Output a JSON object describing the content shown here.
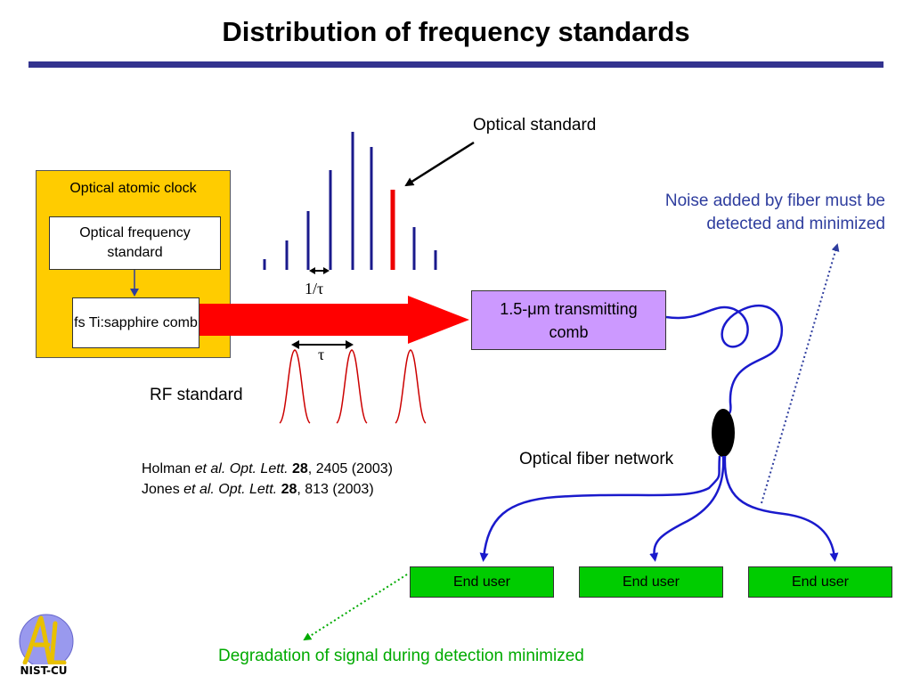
{
  "title": "Distribution of frequency standards",
  "clock": {
    "label": "Optical atomic clock",
    "optical_frequency_standard": "Optical frequency standard",
    "comb": "fs Ti:sapphire comb"
  },
  "labels": {
    "optical_standard": "Optical standard",
    "inverse_tau": "1/τ",
    "tau": "τ",
    "rf_standard": "RF standard",
    "transmitting_comb": "1.5-μm transmitting comb",
    "noise_note": "Noise added by fiber must be detected and minimized",
    "fiber_network": "Optical fiber network",
    "degradation_note": "Degradation of signal during detection minimized"
  },
  "end_users": [
    "End user",
    "End user",
    "End user"
  ],
  "references": [
    {
      "author": "Holman",
      "etal": "et al.",
      "journal": "Opt. Lett.",
      "volume": "28",
      "rest": ", 2405 (2003)"
    },
    {
      "author": "Jones",
      "etal": "et al.",
      "journal": "Opt. Lett.",
      "volume": "28",
      "rest": ", 813 (2003)"
    }
  ],
  "logo_text": "NIST-CU",
  "colors": {
    "accent_rule": "#33338f",
    "clock_bg": "#ffcc00",
    "transmitting_comb_bg": "#cc99ff",
    "end_user_bg": "#00cc00",
    "comb_lines": "#1a1a8c",
    "optical_standard_line": "#ee0000",
    "beam": "#ff0000",
    "fiber": "#1a1acc",
    "noise_text": "#2e3d9e",
    "degradation_text": "#00aa00"
  }
}
